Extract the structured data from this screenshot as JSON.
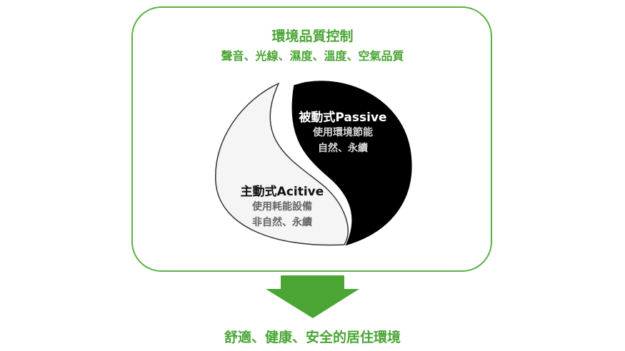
{
  "header": {
    "title": "環境品質控制",
    "subtitle": "聲音、光線、濕度、溫度、空氣品質"
  },
  "passive": {
    "heading": "被動式Passive",
    "line1": "使用環境節能",
    "line2": "自然、永續"
  },
  "active": {
    "heading": "主動式Acitive",
    "line1": "使用耗能設備",
    "line2": "非自然、永續"
  },
  "result": "舒適、健康、安全的居住環境",
  "colors": {
    "accent": "#4aa534",
    "dark": "#000000",
    "light": "#f5f5f5"
  }
}
